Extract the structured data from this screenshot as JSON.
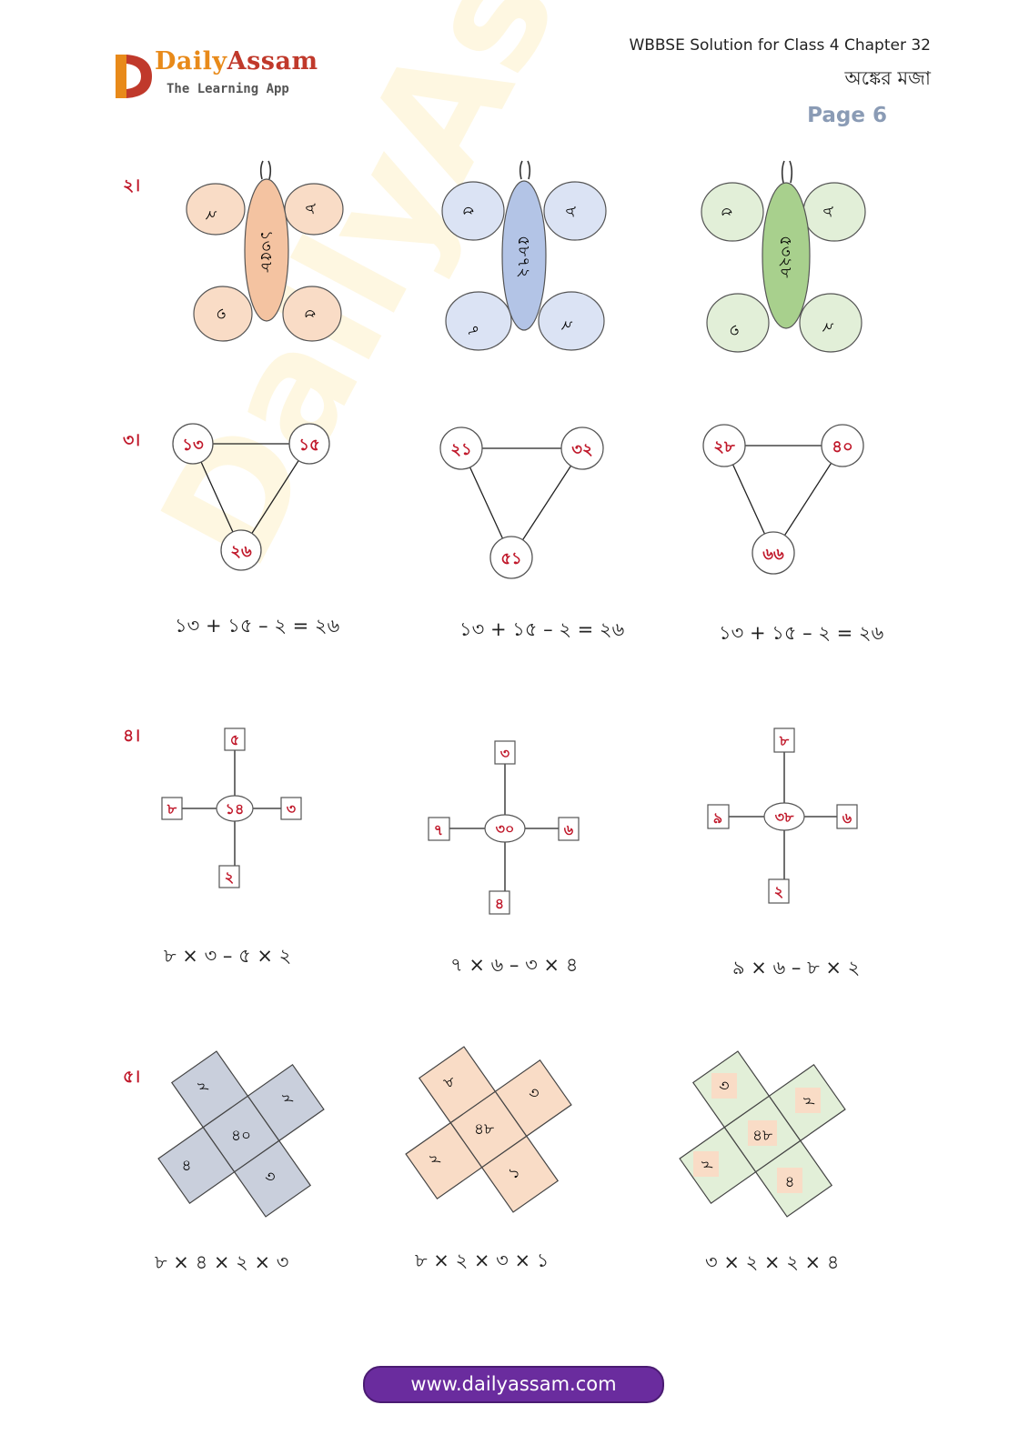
{
  "header": {
    "brand_first": "Daily",
    "brand_second": "Assam",
    "tagline": "The Learning App",
    "title": "WBBSE Solution for Class 4 Chapter 32",
    "subtitle": "অঙ্কের মজা",
    "page": "Page 6"
  },
  "watermark": "DailyAssam.com",
  "colors": {
    "accent_red": "#c0182a",
    "orange_fill": "#f9dcc6",
    "orange_body": "#f4c3a1",
    "blue_fill": "#dbe3f4",
    "blue_body": "#b3c4e6",
    "green_fill": "#e2efd8",
    "green_body": "#a8d08d",
    "slate_fill": "#c9cfdc",
    "footer_bg": "#6a2c9e"
  },
  "q2": {
    "number": "২।",
    "butterflies": [
      {
        "body": "১৩৫৮",
        "wings": [
          "২",
          "৮",
          "৩",
          "৫"
        ],
        "theme": "orange"
      },
      {
        "body": "৫৮৭২",
        "wings": [
          "৫",
          "৮",
          "৭",
          "২"
        ],
        "theme": "blue"
      },
      {
        "body": "৫৩২৮",
        "wings": [
          "৫",
          "৮",
          "৩",
          "২"
        ],
        "theme": "green"
      }
    ]
  },
  "q3": {
    "number": "৩।",
    "triangles": [
      {
        "left": "১৩",
        "right": "১৫",
        "bottom": "২৬",
        "equation": "১৩ + ১৫ – ২ = ২৬"
      },
      {
        "left": "২১",
        "right": "৩২",
        "bottom": "৫১",
        "equation": "১৩ + ১৫ – ২ = ২৬"
      },
      {
        "left": "২৮",
        "right": "৪০",
        "bottom": "৬৬",
        "equation": "১৩ + ১৫ – ২ = ২৬"
      }
    ]
  },
  "q4": {
    "number": "৪।",
    "crosses": [
      {
        "top": "৫",
        "left": "৮",
        "right": "৩",
        "bottom": "২",
        "center": "১৪",
        "equation": "৮ × ৩ – ৫ × ২"
      },
      {
        "top": "৩",
        "left": "৭",
        "right": "৬",
        "bottom": "৪",
        "center": "৩০",
        "equation": "৭ × ৬ – ৩ × ৪"
      },
      {
        "top": "৮",
        "left": "৯",
        "right": "৬",
        "bottom": "২",
        "center": "৩৮",
        "equation": "৯ × ৬ – ৮ × ২"
      }
    ]
  },
  "q5": {
    "number": "৫।",
    "grids": [
      {
        "center": "৪০",
        "nw": "২",
        "ne": "২",
        "sw": "৪",
        "se": "৩",
        "theme": "slate",
        "equation": "৮ × ৪ × ২ × ৩"
      },
      {
        "center": "৪৮",
        "nw": "৮",
        "ne": "৩",
        "sw": "২",
        "se": "১",
        "theme": "orange",
        "equation": "৮ × ২ × ৩ × ১"
      },
      {
        "center": "৪৮",
        "nw": "৩",
        "ne": "২",
        "sw": "২",
        "se": "৪",
        "theme": "green",
        "equation": "৩ × ২ × ২ × ৪"
      }
    ]
  },
  "footer": {
    "url": "www.dailyassam.com"
  }
}
